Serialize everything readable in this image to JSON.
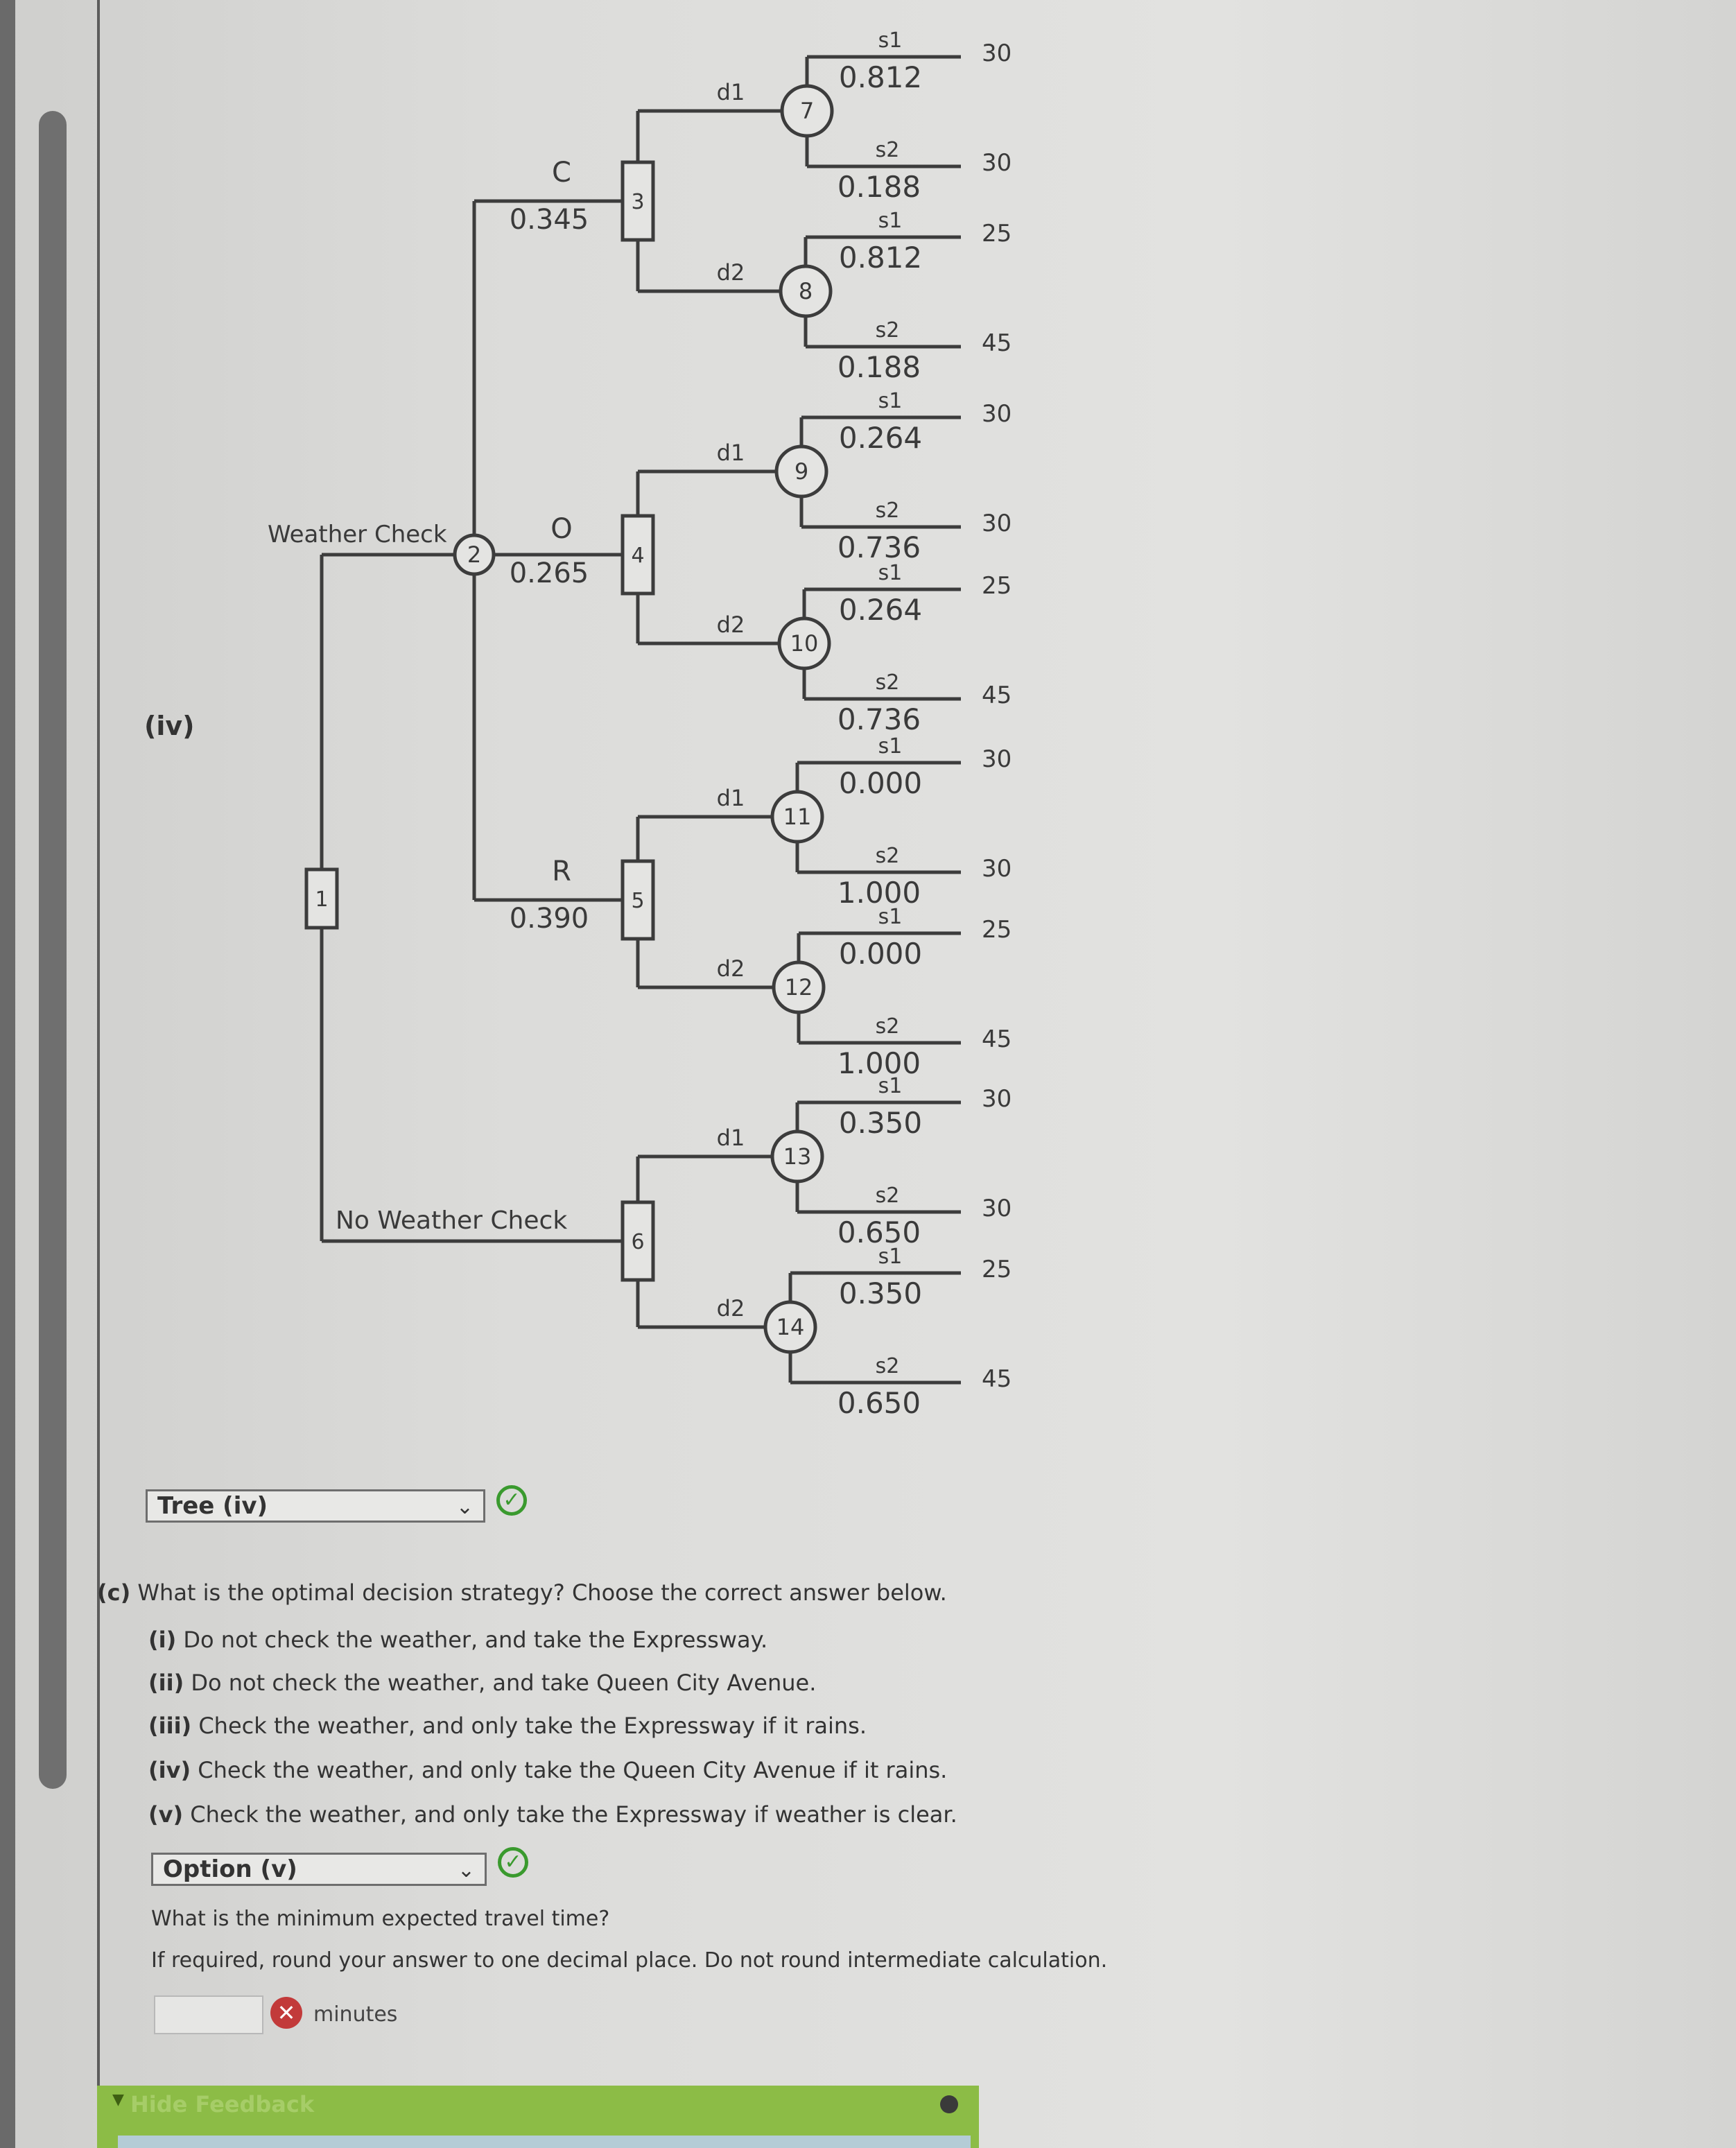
{
  "tree": {
    "part_label": "(iv)",
    "root_node": "1",
    "chance_root": {
      "id": "2",
      "label": "Weather Check"
    },
    "no_check_label": "No Weather Check",
    "forecasts": [
      {
        "name": "C",
        "prob": "0.345",
        "node": "3"
      },
      {
        "name": "O",
        "prob": "0.265",
        "node": "4"
      },
      {
        "name": "R",
        "prob": "0.390",
        "node": "5"
      }
    ],
    "no_check_node": "6",
    "chance_nodes": [
      {
        "id": "7",
        "decision": "d1",
        "s1_label": "s1",
        "s1_prob": "0.812",
        "s1_payoff": "30",
        "s2_label": "s2",
        "s2_prob": "0.188",
        "s2_payoff": "30"
      },
      {
        "id": "8",
        "decision": "d2",
        "s1_label": "s1",
        "s1_prob": "0.812",
        "s1_payoff": "25",
        "s2_label": "s2",
        "s2_prob": "0.188",
        "s2_payoff": "45"
      },
      {
        "id": "9",
        "decision": "d1",
        "s1_label": "s1",
        "s1_prob": "0.264",
        "s1_payoff": "30",
        "s2_label": "s2",
        "s2_prob": "0.736",
        "s2_payoff": "30"
      },
      {
        "id": "10",
        "decision": "d2",
        "s1_label": "s1",
        "s1_prob": "0.264",
        "s1_payoff": "25",
        "s2_label": "s2",
        "s2_prob": "0.736",
        "s2_payoff": "45"
      },
      {
        "id": "11",
        "decision": "d1",
        "s1_label": "s1",
        "s1_prob": "0.000",
        "s1_payoff": "30",
        "s2_label": "s2",
        "s2_prob": "1.000",
        "s2_payoff": "30"
      },
      {
        "id": "12",
        "decision": "d2",
        "s1_label": "s1",
        "s1_prob": "0.000",
        "s1_payoff": "25",
        "s2_label": "s2",
        "s2_prob": "1.000",
        "s2_payoff": "45"
      },
      {
        "id": "13",
        "decision": "d1",
        "s1_label": "s1",
        "s1_prob": "0.350",
        "s1_payoff": "30",
        "s2_label": "s2",
        "s2_prob": "0.650",
        "s2_payoff": "30"
      },
      {
        "id": "14",
        "decision": "d2",
        "s1_label": "s1",
        "s1_prob": "0.350",
        "s1_payoff": "25",
        "s2_label": "s2",
        "s2_prob": "0.650",
        "s2_payoff": "45"
      }
    ]
  },
  "tree_select": {
    "value": "Tree (iv)"
  },
  "question_c": {
    "prefix": "(c)",
    "text": "What is the optimal decision strategy? Choose the correct answer below.",
    "options": [
      {
        "num": "(i)",
        "text": "Do not check the weather, and take the Expressway."
      },
      {
        "num": "(ii)",
        "text": "Do not check the weather, and take Queen City Avenue."
      },
      {
        "num": "(iii)",
        "text": "Check the weather, and only take the Expressway if it rains."
      },
      {
        "num": "(iv)",
        "text": "Check the weather, and only take the Queen City Avenue if it rains."
      },
      {
        "num": "(v)",
        "text": "Check the weather, and only take the Expressway if weather is clear."
      }
    ]
  },
  "option_select": {
    "value": "Option (v)"
  },
  "min_time": {
    "question": "What is the minimum expected travel time?",
    "instruction": "If required, round your answer to one decimal place. Do not round intermediate calculation.",
    "input_value": "",
    "unit": "minutes"
  },
  "feedback": {
    "label": "Hide Feedback"
  },
  "colors": {
    "correct": "#3a9a2e",
    "incorrect": "#c23a3a",
    "feedback_bar": "#8cbc46"
  }
}
